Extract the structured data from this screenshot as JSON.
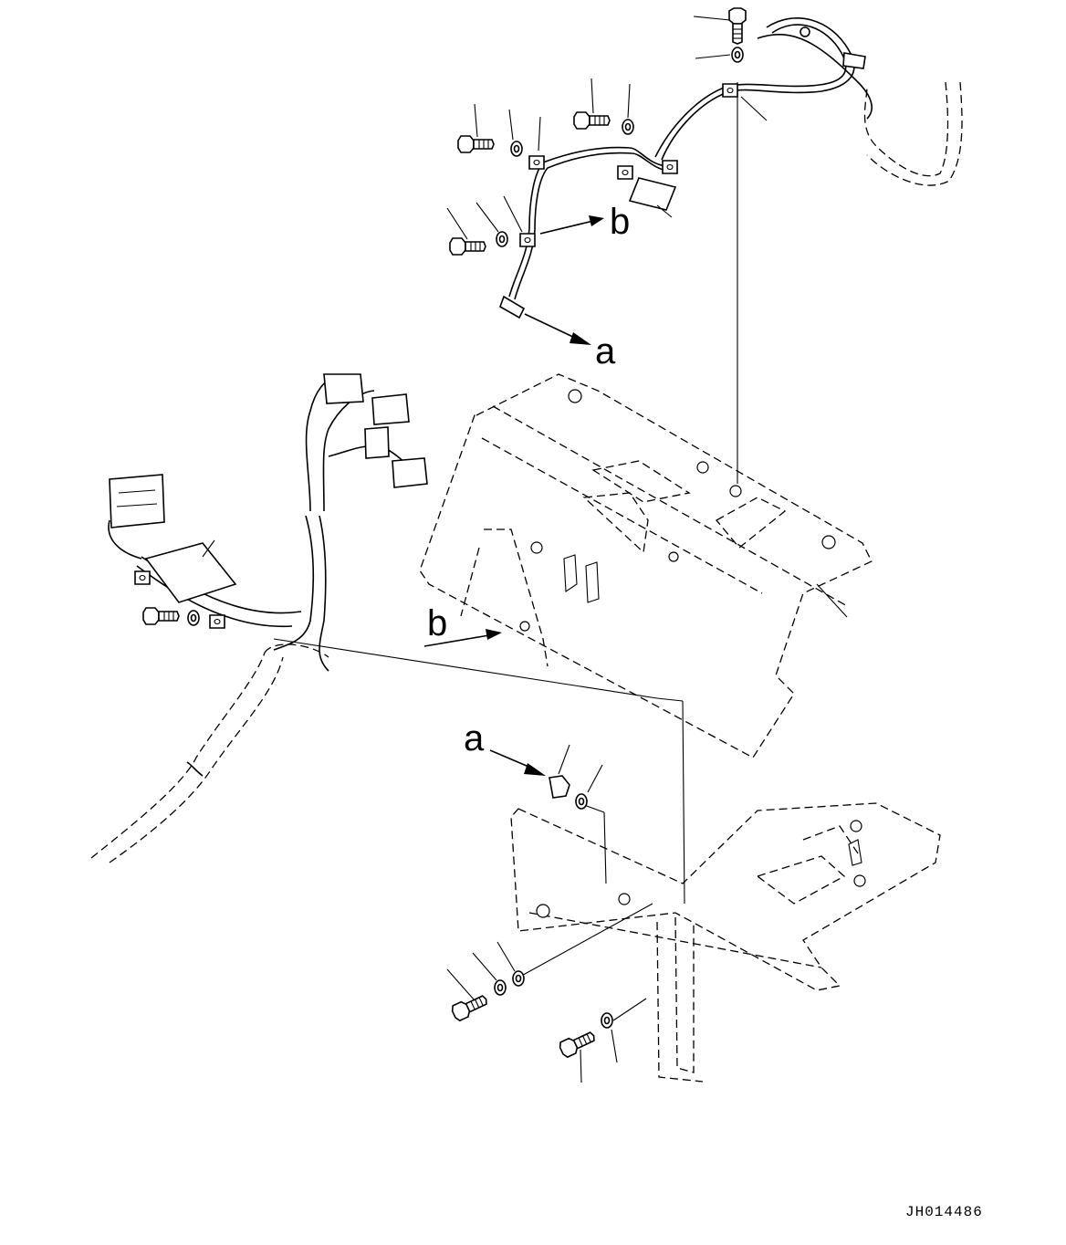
{
  "drawing": {
    "label_a": "a",
    "label_b": "b",
    "drawing_number": "JH014486"
  },
  "colors": {
    "line": "#000000",
    "background": "#ffffff"
  }
}
